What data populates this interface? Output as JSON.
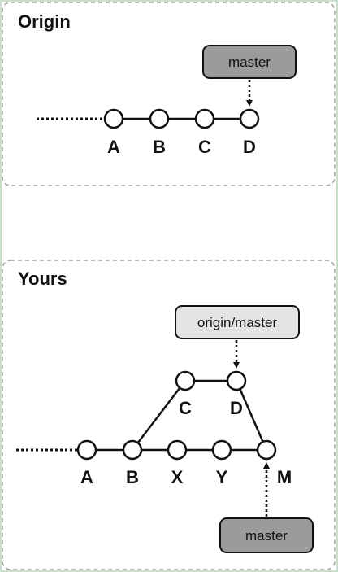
{
  "colors": {
    "outer_border": "#b9d4b9",
    "panel_border": "#9aa59a",
    "ref_dark": "#9b9b9b",
    "ref_light": "#e4e4e4",
    "line": "#111111",
    "node_fill": "#ffffff"
  },
  "panels": [
    {
      "title": "Origin",
      "commits": [
        "A",
        "B",
        "C",
        "D"
      ],
      "refs": [
        {
          "label": "master",
          "style": "dark",
          "points_to": "D"
        }
      ]
    },
    {
      "title": "Yours",
      "commits": [
        "A",
        "B",
        "C",
        "D",
        "X",
        "Y",
        "M"
      ],
      "refs": [
        {
          "label": "origin/master",
          "style": "light",
          "points_to": "D"
        },
        {
          "label": "master",
          "style": "dark",
          "points_to": "M"
        }
      ]
    }
  ]
}
